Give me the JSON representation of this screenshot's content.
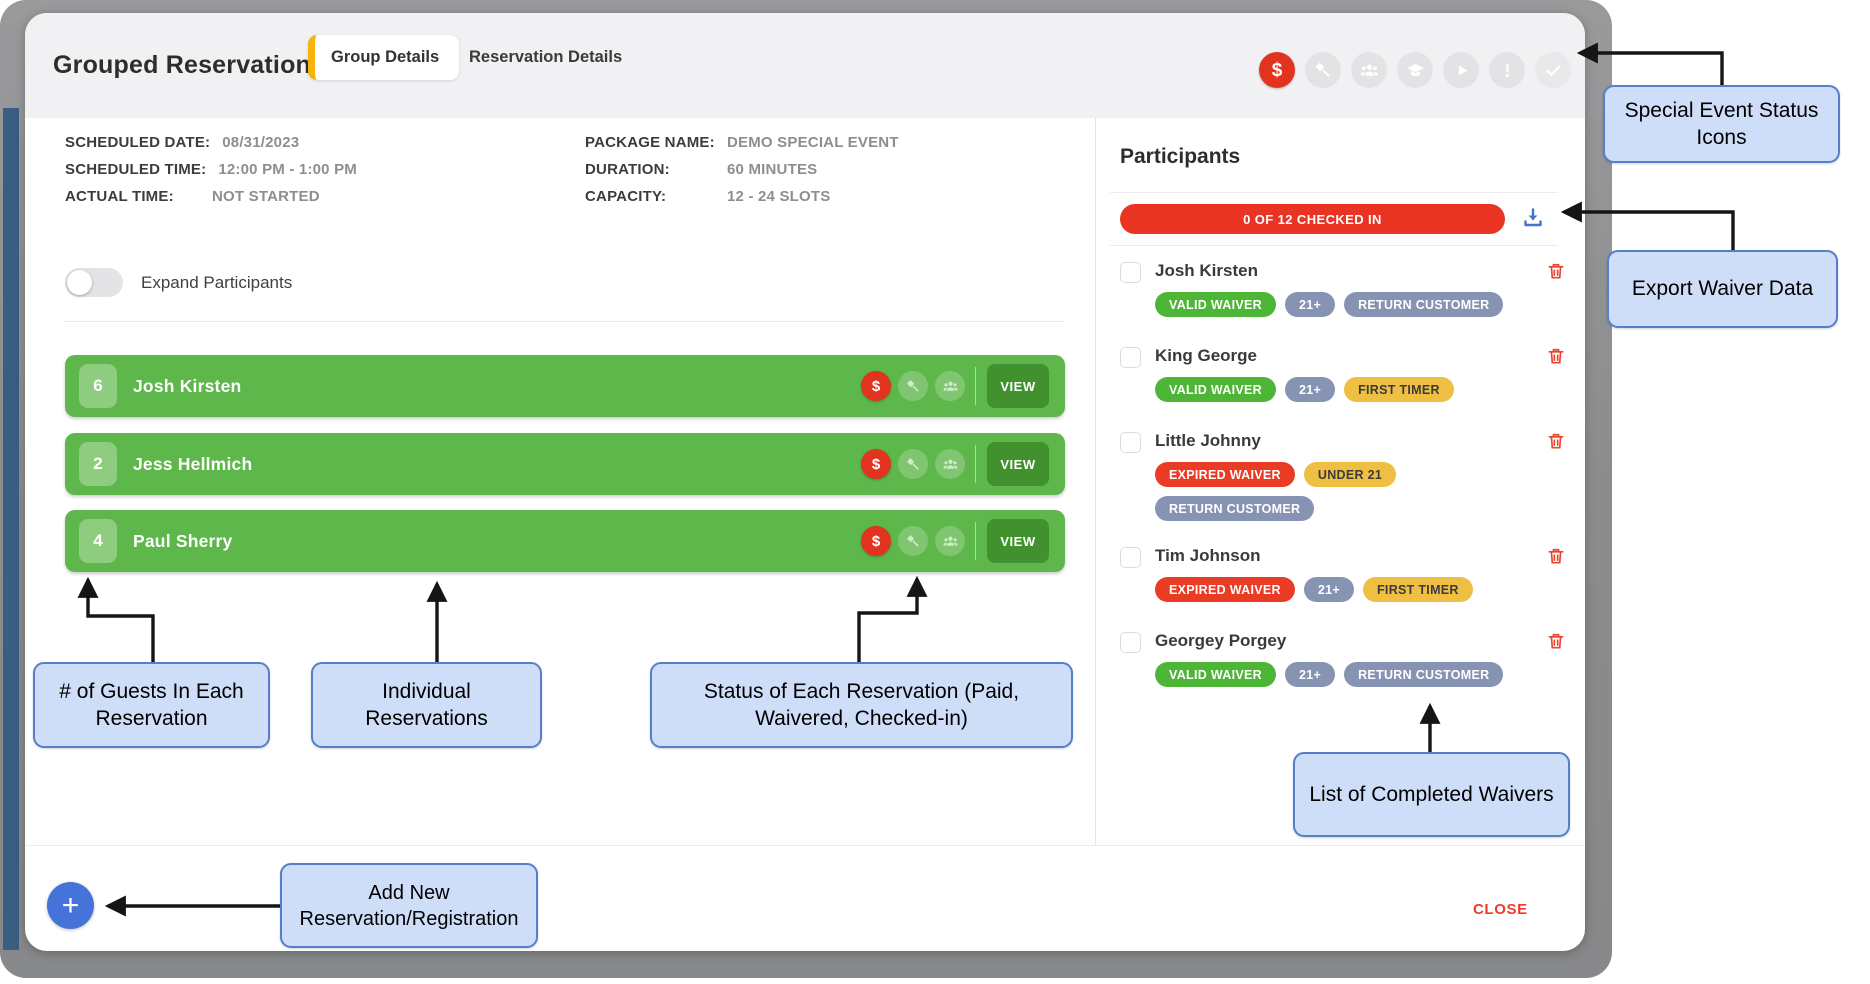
{
  "modal": {
    "title": "Grouped Reservation",
    "tabs": [
      {
        "label": "Group Details",
        "active": true
      },
      {
        "label": "Reservation Details",
        "active": false
      }
    ],
    "status_icons": [
      "dollar",
      "gavel",
      "group",
      "graduation-cap",
      "play",
      "exclamation",
      "check"
    ],
    "details": {
      "left": [
        {
          "label": "SCHEDULED DATE:",
          "value": "08/31/2023"
        },
        {
          "label": "SCHEDULED TIME:",
          "value": "12:00 PM - 1:00 PM"
        },
        {
          "label": "ACTUAL TIME:",
          "value": "NOT STARTED"
        }
      ],
      "right": [
        {
          "label": "PACKAGE NAME:",
          "value": "DEMO SPECIAL EVENT"
        },
        {
          "label": "DURATION:",
          "value": "60 MINUTES"
        },
        {
          "label": "CAPACITY:",
          "value": "12 - 24 SLOTS"
        }
      ]
    },
    "expand_toggle_label": "Expand Participants",
    "expand_toggle_state": "off",
    "reservations": [
      {
        "count": "6",
        "name": "Josh Kirsten",
        "view_label": "VIEW",
        "status_icons": [
          "dollar",
          "gavel",
          "group"
        ]
      },
      {
        "count": "2",
        "name": "Jess Hellmich",
        "view_label": "VIEW",
        "status_icons": [
          "dollar",
          "gavel",
          "group"
        ]
      },
      {
        "count": "4",
        "name": "Paul Sherry",
        "view_label": "VIEW",
        "status_icons": [
          "dollar",
          "gavel",
          "group"
        ]
      }
    ],
    "participants": {
      "heading": "Participants",
      "checkin_status": "0 OF 12 CHECKED IN",
      "export_icon": "download-icon",
      "list": [
        {
          "name": "Josh Kirsten",
          "badges": [
            {
              "label": "VALID WAIVER",
              "style": "green"
            },
            {
              "label": "21+",
              "style": "slate"
            },
            {
              "label": "RETURN CUSTOMER",
              "style": "slate"
            }
          ]
        },
        {
          "name": "King George",
          "badges": [
            {
              "label": "VALID WAIVER",
              "style": "green"
            },
            {
              "label": "21+",
              "style": "slate"
            },
            {
              "label": "FIRST TIMER",
              "style": "yellow"
            }
          ]
        },
        {
          "name": "Little Johnny",
          "badges": [
            {
              "label": "EXPIRED WAIVER",
              "style": "red"
            },
            {
              "label": "UNDER 21",
              "style": "yellow"
            },
            {
              "label": "RETURN CUSTOMER",
              "style": "slate"
            }
          ]
        },
        {
          "name": "Tim Johnson",
          "badges": [
            {
              "label": "EXPIRED WAIVER",
              "style": "red"
            },
            {
              "label": "21+",
              "style": "slate"
            },
            {
              "label": "FIRST TIMER",
              "style": "yellow"
            }
          ]
        },
        {
          "name": "Georgey Porgey",
          "badges": [
            {
              "label": "VALID WAIVER",
              "style": "green"
            },
            {
              "label": "21+",
              "style": "slate"
            },
            {
              "label": "RETURN CUSTOMER",
              "style": "slate"
            }
          ]
        }
      ]
    },
    "footer": {
      "add_icon": "plus-icon",
      "close_label": "CLOSE"
    }
  },
  "annotations": {
    "special_event_status_icons": "Special Event Status Icons",
    "export_waiver_data": "Export Waiver Data",
    "guests_per_reservation": "# of Guests In Each Reservation",
    "individual_reservations": "Individual Reservations",
    "reservation_status": "Status of Each Reservation (Paid, Waivered, Checked-in)",
    "completed_waivers": "List of Completed Waivers",
    "add_new_reservation": "Add New Reservation/Registration"
  },
  "colors": {
    "reservation_green": "#5db74a",
    "view_button_green": "#41912e",
    "status_red": "#e2331f",
    "checkin_red": "#ea3423",
    "badge_green": "#4db637",
    "badge_slate": "#8793b2",
    "badge_yellow": "#efbf43",
    "badge_red": "#ea3b25",
    "tab_accent_yellow": "#f5b40c",
    "export_blue": "#4473cb",
    "add_button_blue": "#4673d9",
    "close_red": "#f13a2a",
    "callout_fill": "#cfdef8",
    "callout_border": "#5580c8"
  }
}
